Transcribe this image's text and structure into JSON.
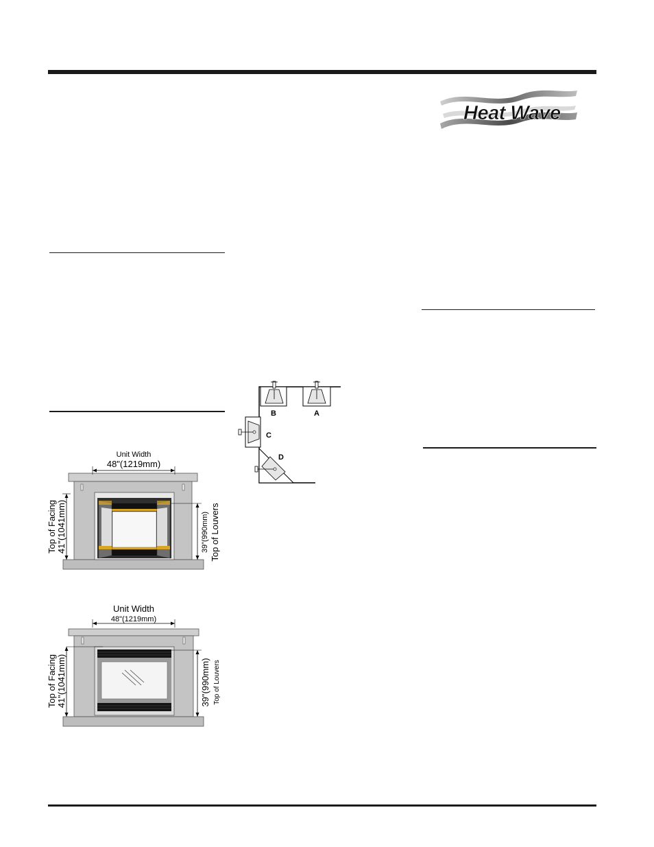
{
  "logo": {
    "text": "Heat Wave"
  },
  "diagram_top": {
    "unit_width_label": "Unit Width",
    "unit_width_value": "48\"(1219mm)",
    "facing_label": "Top of Facing",
    "facing_value": "41\"(1041mm)",
    "louvers_value": "39\"(990mm)",
    "louvers_label": "Top of Louvers"
  },
  "diagram_bottom": {
    "unit_width_label": "Unit Width",
    "unit_width_value": "48\"(1219mm)",
    "facing_label": "Top of Facing",
    "facing_value": "41\"(1041mm)",
    "louvers_value": "39\"(990mm)",
    "louvers_label": "Top of Louvers"
  },
  "corner_diagram": {
    "labels": [
      "B",
      "A",
      "C",
      "D"
    ]
  }
}
